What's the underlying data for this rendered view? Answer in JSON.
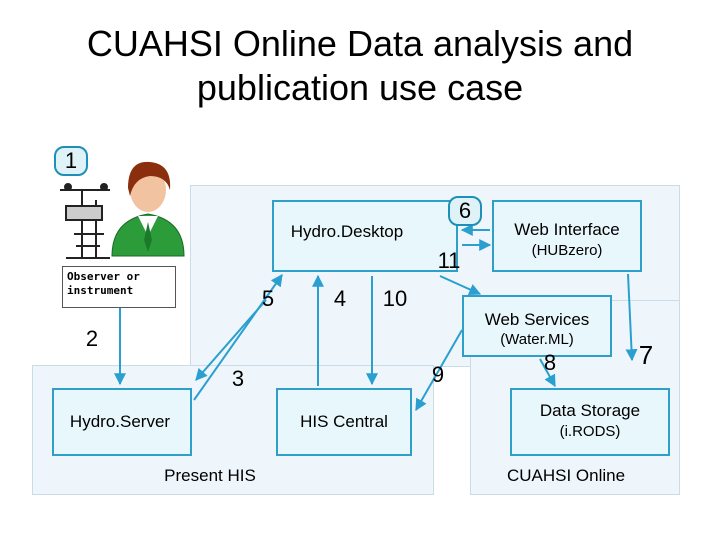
{
  "title_line1": "CUAHSI Online Data analysis and",
  "title_line2": "publication use case",
  "steps": {
    "s1": "1",
    "s2": "2",
    "s3": "3",
    "s4": "4",
    "s5": "5",
    "s6": "6",
    "s7": "7",
    "s8": "8",
    "s9": "9",
    "s10": "10",
    "s11": "11"
  },
  "observer_label": "Observer or instrument",
  "hydrodesktop": "Hydro.Desktop",
  "web_interface_line1": "Web Interface",
  "web_interface_line2": "(HUBzero)",
  "web_services_line1": "Web Services",
  "web_services_line2": "(Water.ML)",
  "hydroserver": "Hydro.Server",
  "his_central": "HIS Central",
  "data_storage_line1": "Data Storage",
  "data_storage_line2": "(i.RODS)",
  "present_his": "Present HIS",
  "cuahsi_online": "CUAHSI Online",
  "colors": {
    "box_border": "#2e9fc8",
    "region": "#eef6fb",
    "arrow": "#2a9fd0"
  }
}
